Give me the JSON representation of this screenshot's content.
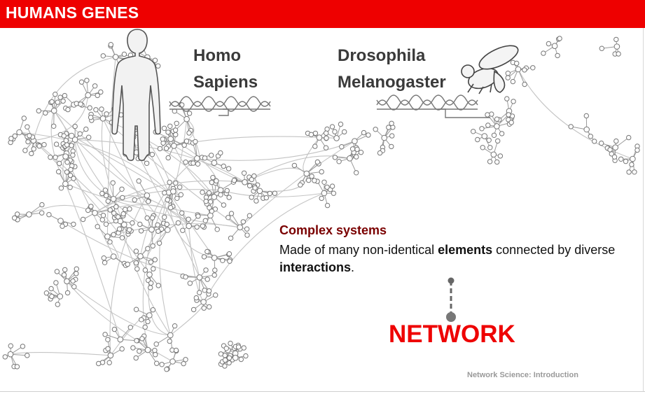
{
  "slide": {
    "title": "HUMANS GENES",
    "species_left": {
      "line1": "Homo",
      "line2": "Sapiens"
    },
    "species_right": {
      "line1": "Drosophila",
      "line2": "Melanogaster"
    },
    "complex_systems": {
      "heading": "Complex systems",
      "text_1": "Made of many non-identical ",
      "bold_1": "elements",
      "text_2": " connected by diverse ",
      "bold_2": "interactions",
      "text_3": "."
    },
    "network_label": "NETWORK",
    "footer": "Network Science: Introduction"
  },
  "colors": {
    "title_bar": "#ee0000",
    "network_label": "#ee0000",
    "heading": "#7a0000"
  },
  "icons": [
    "human-silhouette-icon",
    "fly-icon",
    "dna-strand-icon",
    "connector-pin-icon"
  ]
}
